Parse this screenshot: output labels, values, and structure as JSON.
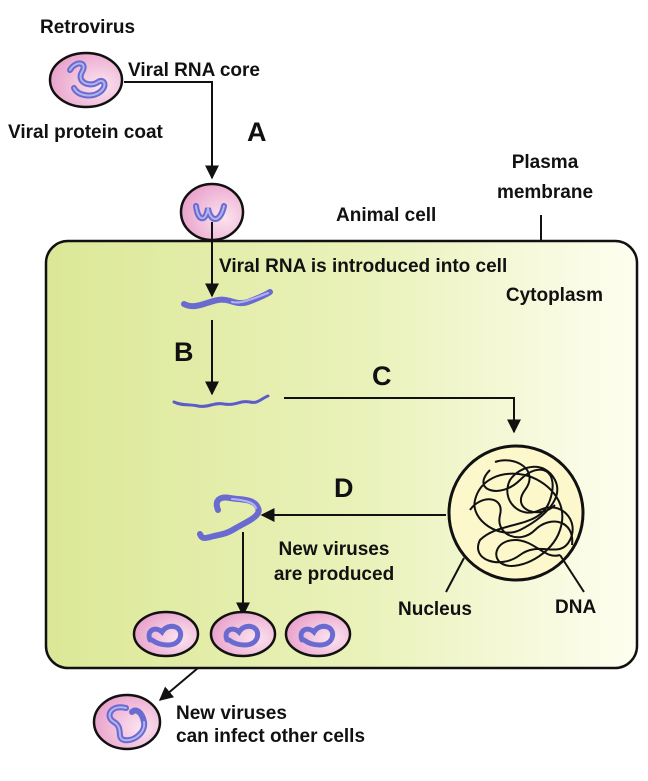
{
  "title": "Retrovirus",
  "colors": {
    "virus_fill_light": "#fbe3f0",
    "virus_fill_dark": "#e79ac6",
    "rna": "#6a6bd1",
    "rna_light": "#b3b4ee",
    "cell_left": "#dce897",
    "cell_right": "#fefef0",
    "nucleus_fill": "#fcf8cc",
    "outline": "#111111"
  },
  "labels": {
    "retrovirus": "Retrovirus",
    "viral_rna_core": "Viral RNA core",
    "viral_protein_coat": "Viral protein coat",
    "plasma_membrane_line1": "Plasma",
    "plasma_membrane_line2": "membrane",
    "animal_cell": "Animal cell",
    "rna_introduced": "Viral RNA is introduced into cell",
    "cytoplasm": "Cytoplasm",
    "new_viruses_produced_line1": "New viruses",
    "new_viruses_produced_line2": "are produced",
    "nucleus": "Nucleus",
    "dna": "DNA",
    "new_viruses_infect_line1": "New viruses",
    "new_viruses_infect_line2": "can infect other cells"
  },
  "steps": {
    "a": "A",
    "b": "B",
    "c": "C",
    "d": "D"
  }
}
